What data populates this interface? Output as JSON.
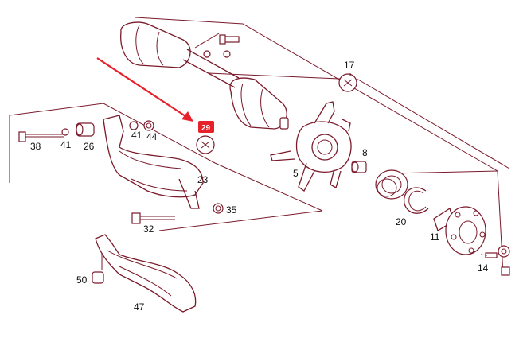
{
  "diagram": {
    "labels": [
      {
        "id": "part-17",
        "text": "17"
      },
      {
        "id": "part-29",
        "text": "29"
      },
      {
        "id": "part-38",
        "text": "38"
      },
      {
        "id": "part-41a",
        "text": "41"
      },
      {
        "id": "part-26",
        "text": "26"
      },
      {
        "id": "part-41b",
        "text": "41"
      },
      {
        "id": "part-44",
        "text": "44"
      },
      {
        "id": "part-8",
        "text": "8"
      },
      {
        "id": "part-5",
        "text": "5"
      },
      {
        "id": "part-23",
        "text": "23"
      },
      {
        "id": "part-35",
        "text": "35"
      },
      {
        "id": "part-32",
        "text": "32"
      },
      {
        "id": "part-20",
        "text": "20"
      },
      {
        "id": "part-11",
        "text": "11"
      },
      {
        "id": "part-14",
        "text": "14"
      },
      {
        "id": "part-50",
        "text": "50"
      },
      {
        "id": "part-47",
        "text": "47"
      }
    ],
    "highlighted_part": "29",
    "colors": {
      "line": "#7a1a2a",
      "highlight": "#e8202a",
      "arrow": "#e8202a",
      "label": "#111111"
    }
  }
}
